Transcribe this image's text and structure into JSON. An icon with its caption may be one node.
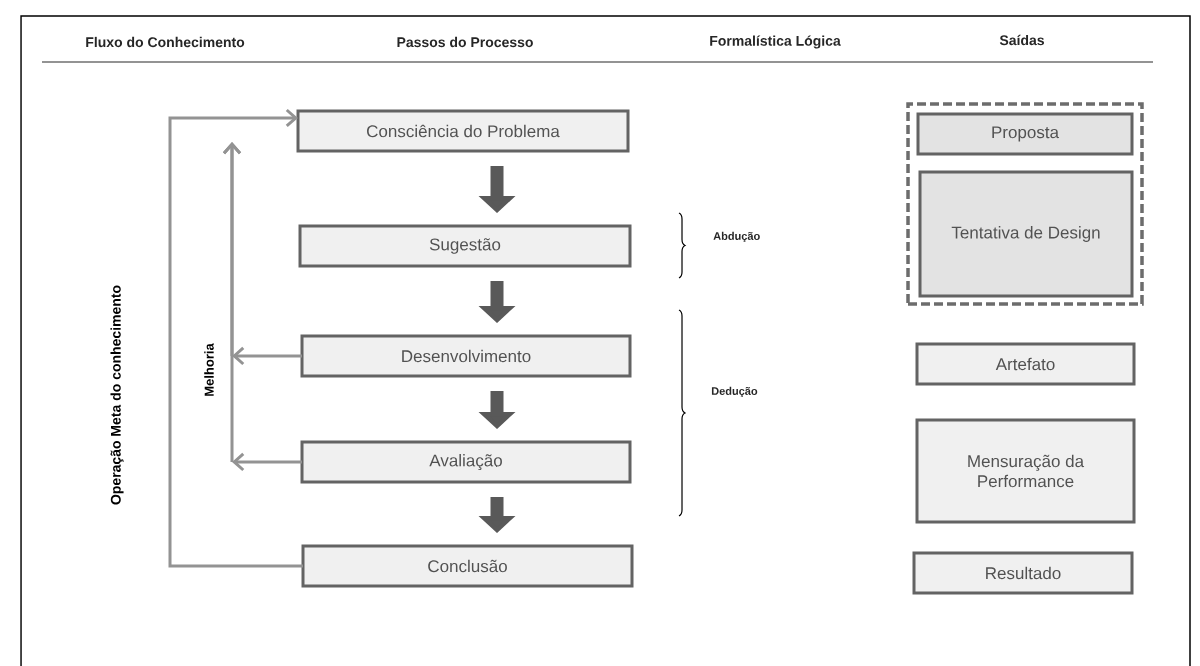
{
  "diagram": {
    "nodes": [
      {
        "text": [
          "Consciência do Problema"
        ]
      },
      {
        "text": [
          "Sugestão"
        ]
      },
      {
        "text": [
          "Desenvolvimento"
        ]
      },
      {
        "text": [
          "Avaliação"
        ]
      },
      {
        "text": [
          "Conclusão"
        ]
      },
      {
        "text": [],
        "shape": "box"
      },
      {
        "text": [
          "Proposta"
        ],
        "in": 5
      },
      {
        "text": [
          "Tentativa de Design"
        ],
        "in": 5
      },
      {
        "text": [
          "Artefato"
        ]
      },
      {
        "text": [
          "Mensuração da Performance"
        ]
      },
      {
        "text": [
          "Resultado"
        ]
      }
    ],
    "edges": [
      {
        "from": 0,
        "to": 1,
        "arrow": "to"
      },
      {
        "from": 1,
        "to": 2,
        "arrow": "to"
      },
      {
        "from": 2,
        "to": 3,
        "arrow": "to"
      },
      {
        "from": 3,
        "to": 4,
        "arrow": "to"
      },
      {
        "from": 4,
        "to": 0,
        "arrow": "to"
      },
      {
        "from": 2,
        "to": null,
        "arrow": "to"
      },
      {
        "from": 3,
        "to": null,
        "arrow": "to"
      }
    ],
    "labels": [
      "Fluxo do Conhecimento",
      "Passos do Processo",
      "Formalística Lógica",
      "Saídas",
      "Operação Meta do conhecimento",
      "Melhoria",
      "Abdução",
      "Dedução"
    ]
  }
}
